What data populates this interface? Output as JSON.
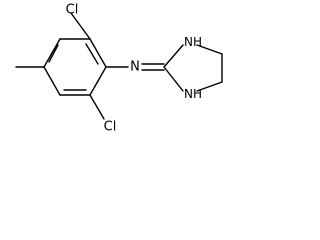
{
  "molecule": {
    "atoms": {
      "cl_top": "Cl",
      "cl_bottom": "Cl",
      "n_imine": "N",
      "nh_top": "NH",
      "nh_bottom": "NH"
    }
  }
}
